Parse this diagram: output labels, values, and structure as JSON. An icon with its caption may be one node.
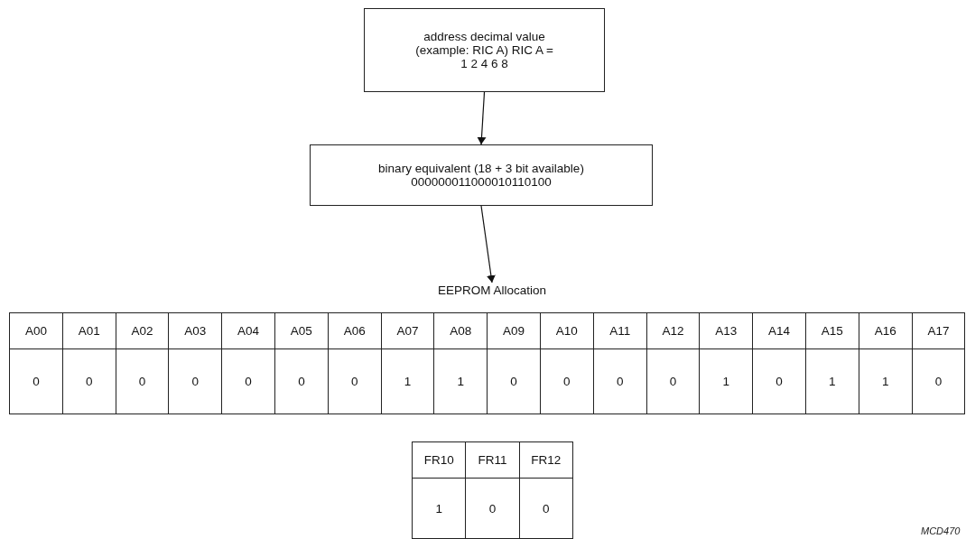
{
  "diagram": {
    "nodes": [
      {
        "text": [
          "address decimal value (example: RIC A) RIC A = 1 2 4 6 8"
        ]
      },
      {
        "text": [
          "binary equivalent (18 + 3 bit available) 000000011000010110100"
        ]
      },
      {
        "text": [
          "EEPROM Allocation"
        ]
      }
    ],
    "edges": [
      {
        "from": 0,
        "to": 1,
        "arrow": "to"
      },
      {
        "from": 1,
        "to": 2,
        "arrow": "to"
      }
    ],
    "labels": [
      "A00",
      "A01",
      "A02",
      "A03",
      "A04",
      "A05",
      "A06",
      "A07",
      "A08",
      "A09",
      "A10",
      "A11",
      "A12",
      "A13",
      "A14",
      "A15",
      "A16",
      "A17",
      "0",
      "0",
      "0",
      "0",
      "0",
      "0",
      "0",
      "1",
      "1",
      "0",
      "0",
      "0",
      "0",
      "1",
      "0",
      "1",
      "1",
      "0",
      "FR10",
      "FR11",
      "FR12",
      "1",
      "0",
      "0",
      "MCD470"
    ]
  }
}
